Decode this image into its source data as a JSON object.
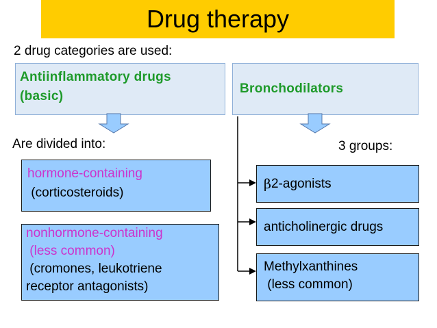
{
  "title": "Drug therapy",
  "subtitle": "2 drug categories are used:",
  "categories": {
    "left": {
      "line1": "Antiinflammatory drugs",
      "line2": "(basic)"
    },
    "right": {
      "label": "Bronchodilators"
    }
  },
  "left_branch": {
    "label": "Are divided into:",
    "items": [
      {
        "lines_magenta": [
          "hormone-containing"
        ],
        "lines_plain": [
          " (corticosteroids)"
        ]
      },
      {
        "lines_magenta": [
          "nonhormone-containing",
          " (less common)"
        ],
        "lines_plain": [
          " (cromones, leukotriene",
          "receptor antagonists)"
        ]
      }
    ]
  },
  "right_branch": {
    "label": "3 groups:",
    "items": [
      {
        "greek": "β",
        "text": "2-agonists"
      },
      {
        "text": "anticholinergic drugs"
      },
      {
        "line1": "Methylxanthines",
        "line2": " (less common)"
      }
    ]
  },
  "colors": {
    "title_band": "#ffcc00",
    "category_text": "#1e9a2a",
    "category_fill": "#dfeaf6",
    "box_fill": "#99ccff",
    "hormone_text": "#cc33cc",
    "arrow_fill": "#99ccff"
  }
}
